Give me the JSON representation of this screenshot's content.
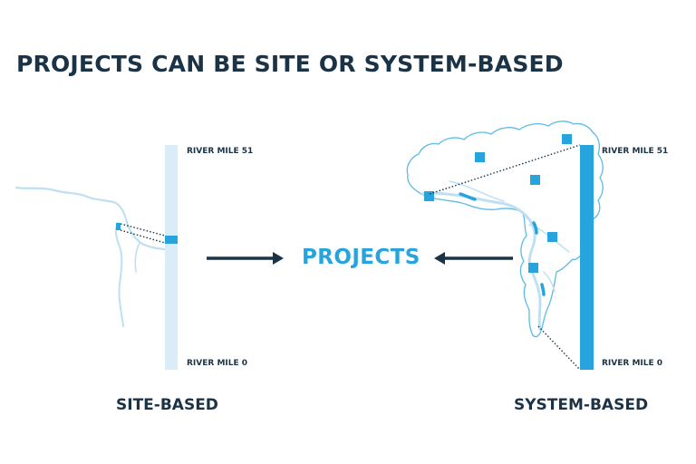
{
  "title": "PROJECTS CAN BE SITE OR SYSTEM-BASED",
  "center_label": "PROJECTS",
  "site": {
    "caption": "SITE-BASED",
    "mile_top": "RIVER MILE 51",
    "mile_bottom": "RIVER MILE 0"
  },
  "system": {
    "caption": "SYSTEM-BASED",
    "mile_top": "RIVER MILE 51",
    "mile_bottom": "RIVER MILE 0"
  },
  "colors": {
    "title": "#1b3346",
    "accent": "#27a4de",
    "river_light": "#bfe0f2",
    "bar_light": "#d9ecf8",
    "arrow": "#1b3346"
  }
}
